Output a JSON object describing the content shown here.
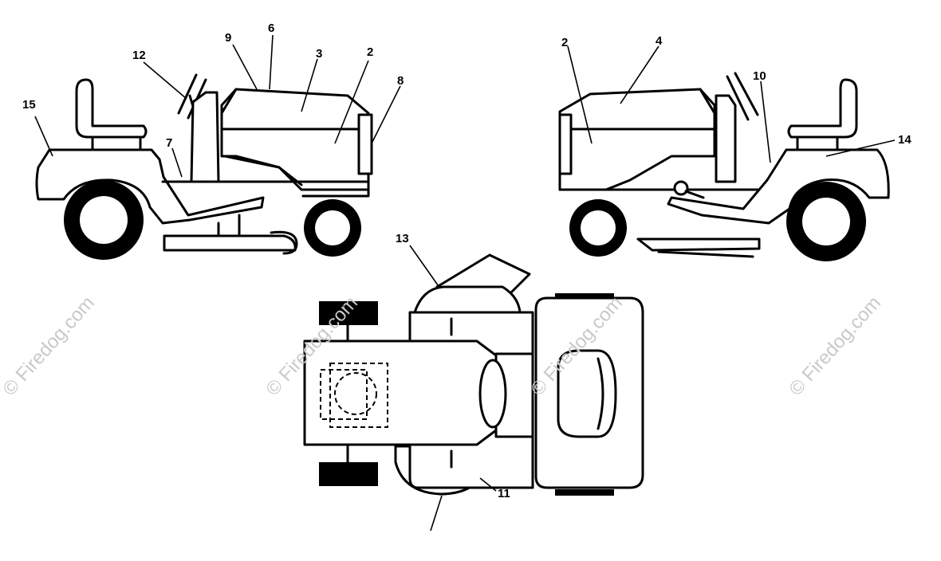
{
  "diagram": {
    "callouts": [
      {
        "id": "c15",
        "label": "15"
      },
      {
        "id": "c12",
        "label": "12"
      },
      {
        "id": "c9",
        "label": "9"
      },
      {
        "id": "c6",
        "label": "6"
      },
      {
        "id": "c3",
        "label": "3"
      },
      {
        "id": "c2l",
        "label": "2"
      },
      {
        "id": "c8",
        "label": "8"
      },
      {
        "id": "c7",
        "label": "7"
      },
      {
        "id": "c2r",
        "label": "2"
      },
      {
        "id": "c4",
        "label": "4"
      },
      {
        "id": "c10",
        "label": "10"
      },
      {
        "id": "c14",
        "label": "14"
      },
      {
        "id": "c13",
        "label": "13"
      },
      {
        "id": "c11",
        "label": "11"
      }
    ],
    "watermark": "© Firedog.com"
  }
}
